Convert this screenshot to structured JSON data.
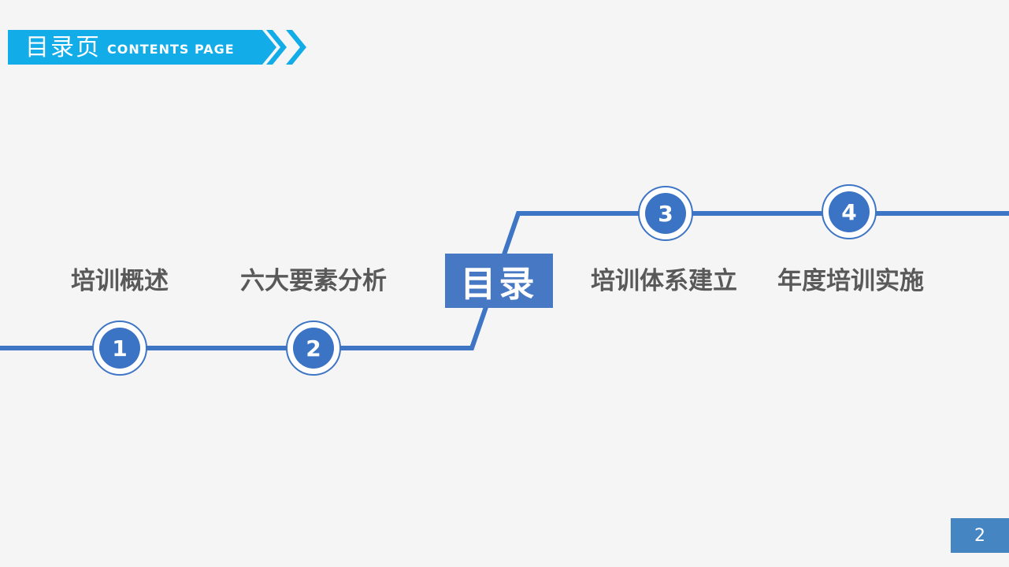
{
  "header": {
    "title_cn": "目录页",
    "title_en": "CONTENTS PAGE"
  },
  "toc_box": {
    "label": "目录"
  },
  "sections": [
    {
      "number": "1",
      "label": "培训概述"
    },
    {
      "number": "2",
      "label": "六大要素分析"
    },
    {
      "number": "3",
      "label": "培训体系建立"
    },
    {
      "number": "4",
      "label": "年度培训实施"
    }
  ],
  "footer": {
    "page_number": "2"
  },
  "colors": {
    "header_bar": "#12ACE9",
    "timeline_blue": "#3E75C5",
    "node_fill_blue": "#3B73C5",
    "toc_box_blue": "#4678C4",
    "page_box_blue": "#4485C2",
    "label_gray": "#595959",
    "background": "#F5F5F6"
  }
}
